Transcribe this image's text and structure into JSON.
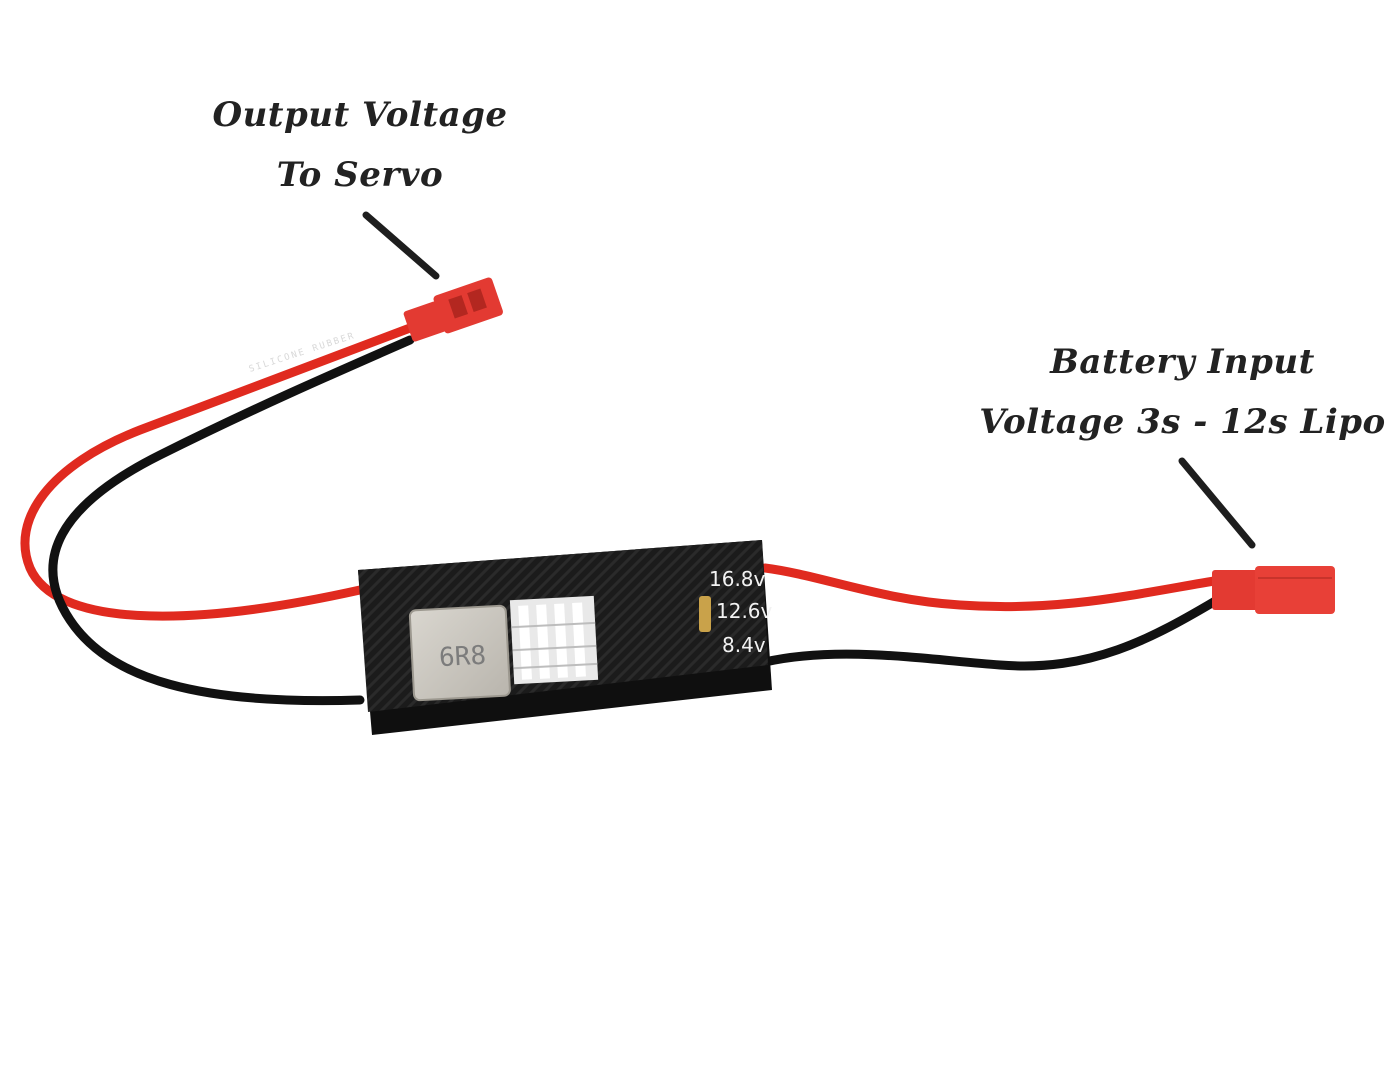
{
  "labels": {
    "output": {
      "line1": "Output Voltage",
      "line2": "To Servo"
    },
    "input": {
      "line1": "Battery Input",
      "line2": "Voltage 3s - 12s Lipo"
    }
  },
  "board": {
    "voltage_options": [
      "16.8v",
      "12.6v",
      "8.4v"
    ],
    "inductor_marking": "6R8"
  },
  "colors": {
    "red_wire": "#e02a1f",
    "black_wire": "#111111",
    "connector": "#e33a32",
    "board": "#1a1a1a",
    "label_text": "#222222"
  }
}
